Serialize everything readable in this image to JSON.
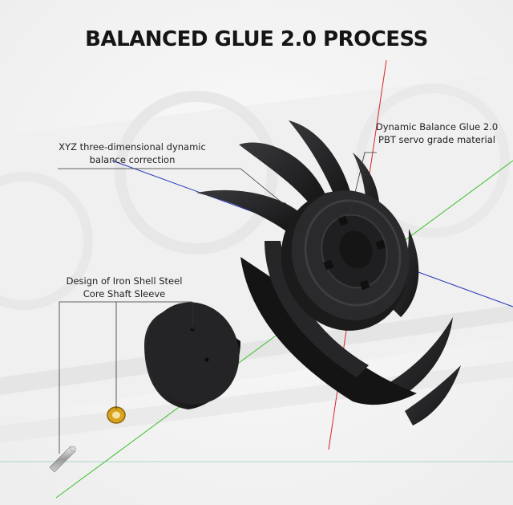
{
  "title": "BALANCED GLUE 2.0 PROCESS",
  "callouts": {
    "xyz": {
      "line1": "XYZ three-dimensional dynamic",
      "line2": "balance correction"
    },
    "glue": {
      "line1": "Dynamic Balance Glue 2.0",
      "line2": "PBT servo grade material"
    },
    "iron": {
      "line1": "Design of Iron Shell Steel",
      "line2": "Core Shaft Sleeve"
    }
  },
  "colors": {
    "axis_red": "#d8262a",
    "axis_green": "#3bbf2a",
    "axis_blue": "#2838b8",
    "fan_black": "#1d1d1f",
    "bearing_gold": "#d9a21b"
  }
}
